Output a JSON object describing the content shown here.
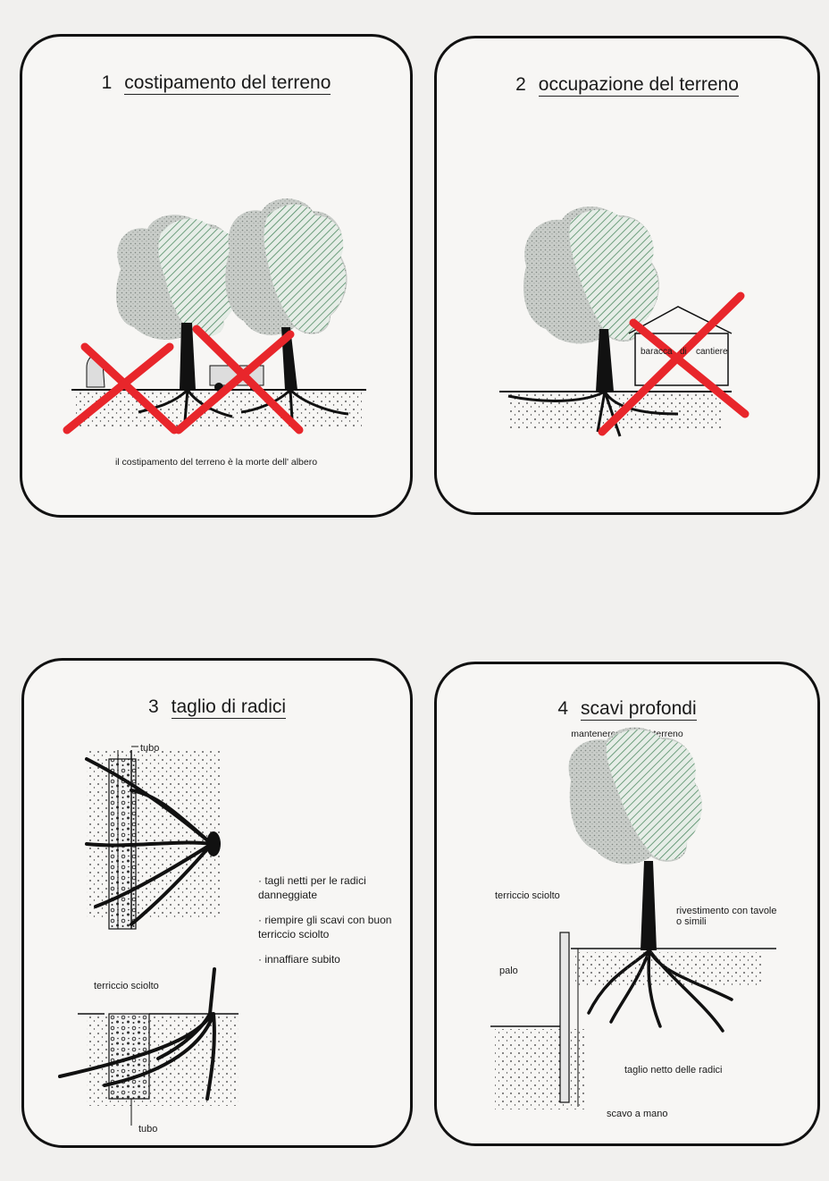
{
  "panels": [
    {
      "number": "1",
      "title": "costipamento del terreno",
      "caption": "il costipamento del terreno è la morte dell' albero"
    },
    {
      "number": "2",
      "title": "occupazione del terreno",
      "hut_label_1": "baracca",
      "hut_label_2": "di",
      "hut_label_3": "cantiere"
    },
    {
      "number": "3",
      "title": "taglio di radici",
      "label_tubo_top": "tubo",
      "label_terriccio": "terriccio sciolto",
      "label_tubo_bottom": "tubo",
      "bullets": [
        "tagli netti per le radici danneggiate",
        "riempire gli scavi con buon terriccio sciolto",
        "innaffiare subito"
      ]
    },
    {
      "number": "4",
      "title": "scavi profondi",
      "subtitle": "mantenere umido il terreno",
      "label_terriccio": "terriccio sciolto",
      "label_rivestimento": "rivestimento con tavole o simili",
      "label_palo": "palo",
      "label_taglio": "taglio netto delle radici",
      "label_scavo": "scavo a mano"
    }
  ],
  "colors": {
    "cross": "#e8262b",
    "foliage_left": "#b9c2ba",
    "foliage_right": "#8fae9a",
    "ink": "#111111"
  }
}
